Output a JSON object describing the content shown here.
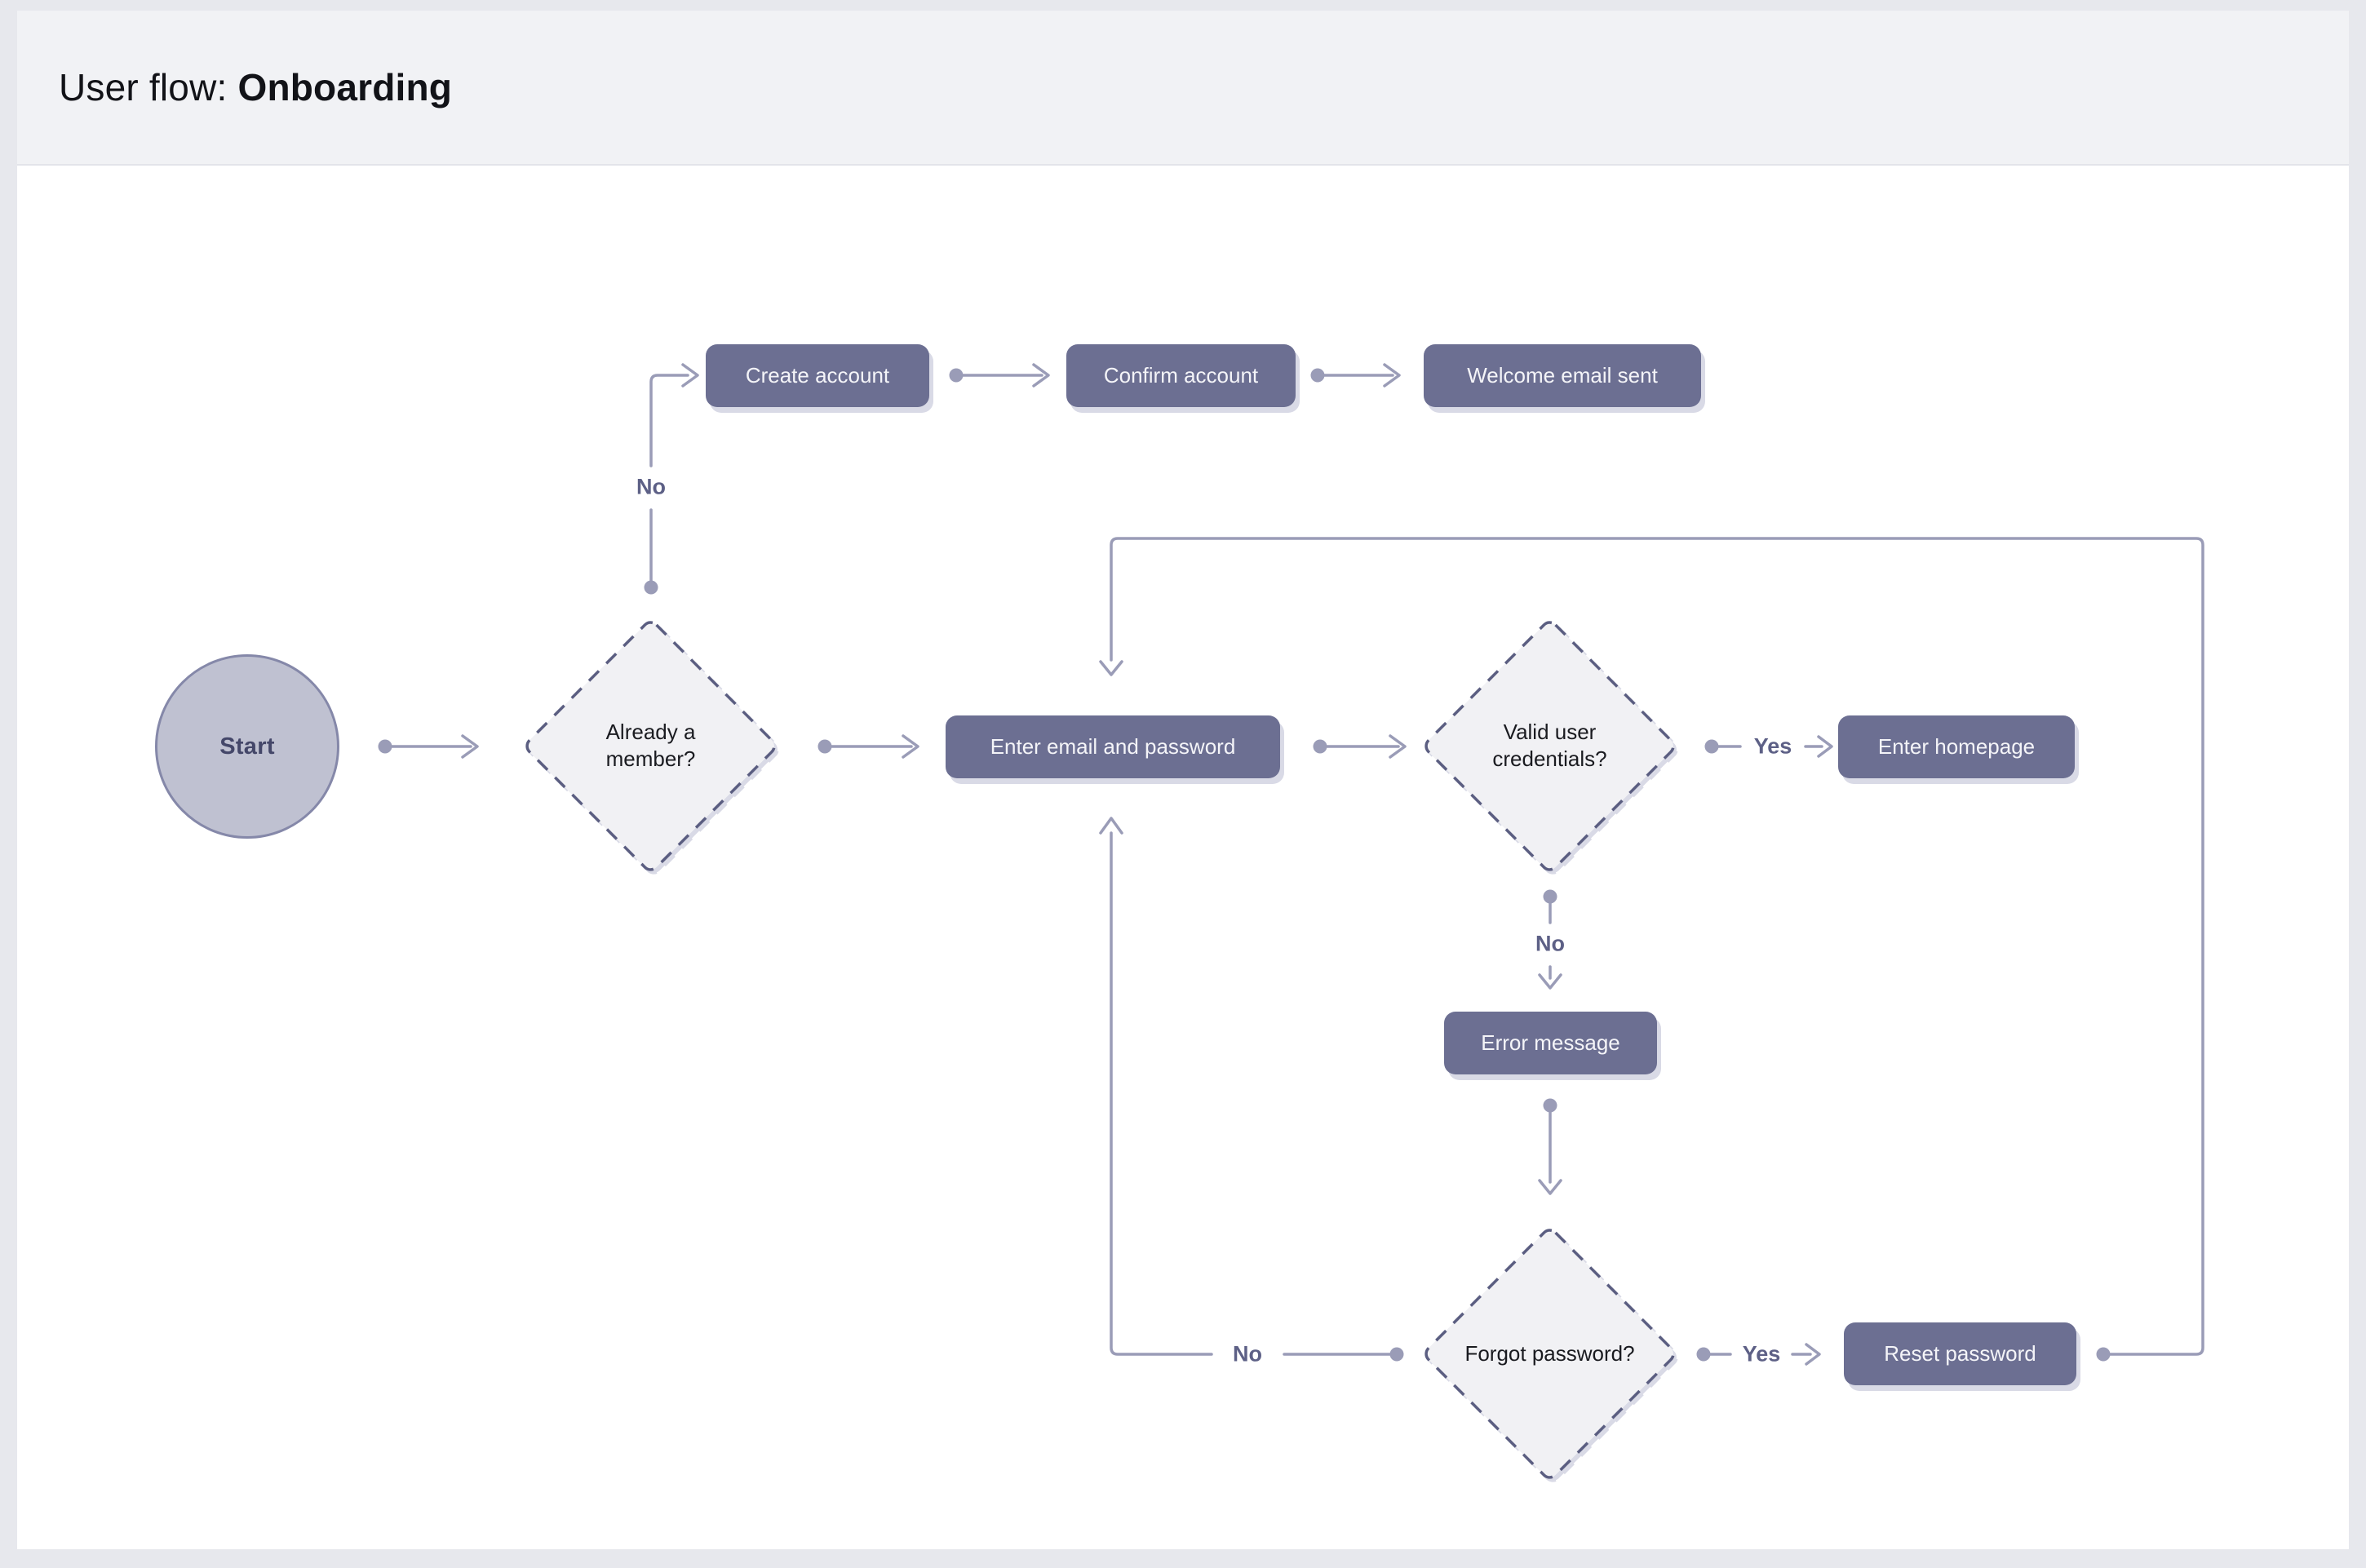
{
  "header": {
    "title_prefix": "User flow:",
    "title_highlight": "Onboarding"
  },
  "nodes": {
    "start": "Start",
    "already_member": "Already a member?",
    "create_account": "Create account",
    "confirm_account": "Confirm account",
    "welcome_email": "Welcome email sent",
    "enter_email": "Enter email and password",
    "valid_credentials": "Valid user credentials?",
    "enter_homepage": "Enter homepage",
    "error_message": "Error message",
    "forgot_password": "Forgot password?",
    "reset_password": "Reset password"
  },
  "edges": {
    "already_to_create": "No",
    "valid_to_homepage": "Yes",
    "valid_to_error": "No",
    "forgot_to_enter": "No",
    "forgot_to_reset": "Yes"
  },
  "colors": {
    "outer_bg": "#e7e8ed",
    "canvas": "#ffffff",
    "header_bg": "#f1f2f5",
    "header_border": "#e3e4ea",
    "title": "#121318",
    "node_fill": "#6c6f92",
    "node_text": "#f4f4f8",
    "node_shadow": "#d9dae6",
    "diamond_fill": "#f1f1f4",
    "diamond_border": "#5b5e81",
    "diamond_text": "#1a1b20",
    "circle_fill": "#bfc1d1",
    "circle_border": "#8588a9",
    "circle_text": "#444769",
    "line": "#9a9cb7",
    "edge_label": "#5d6086"
  }
}
